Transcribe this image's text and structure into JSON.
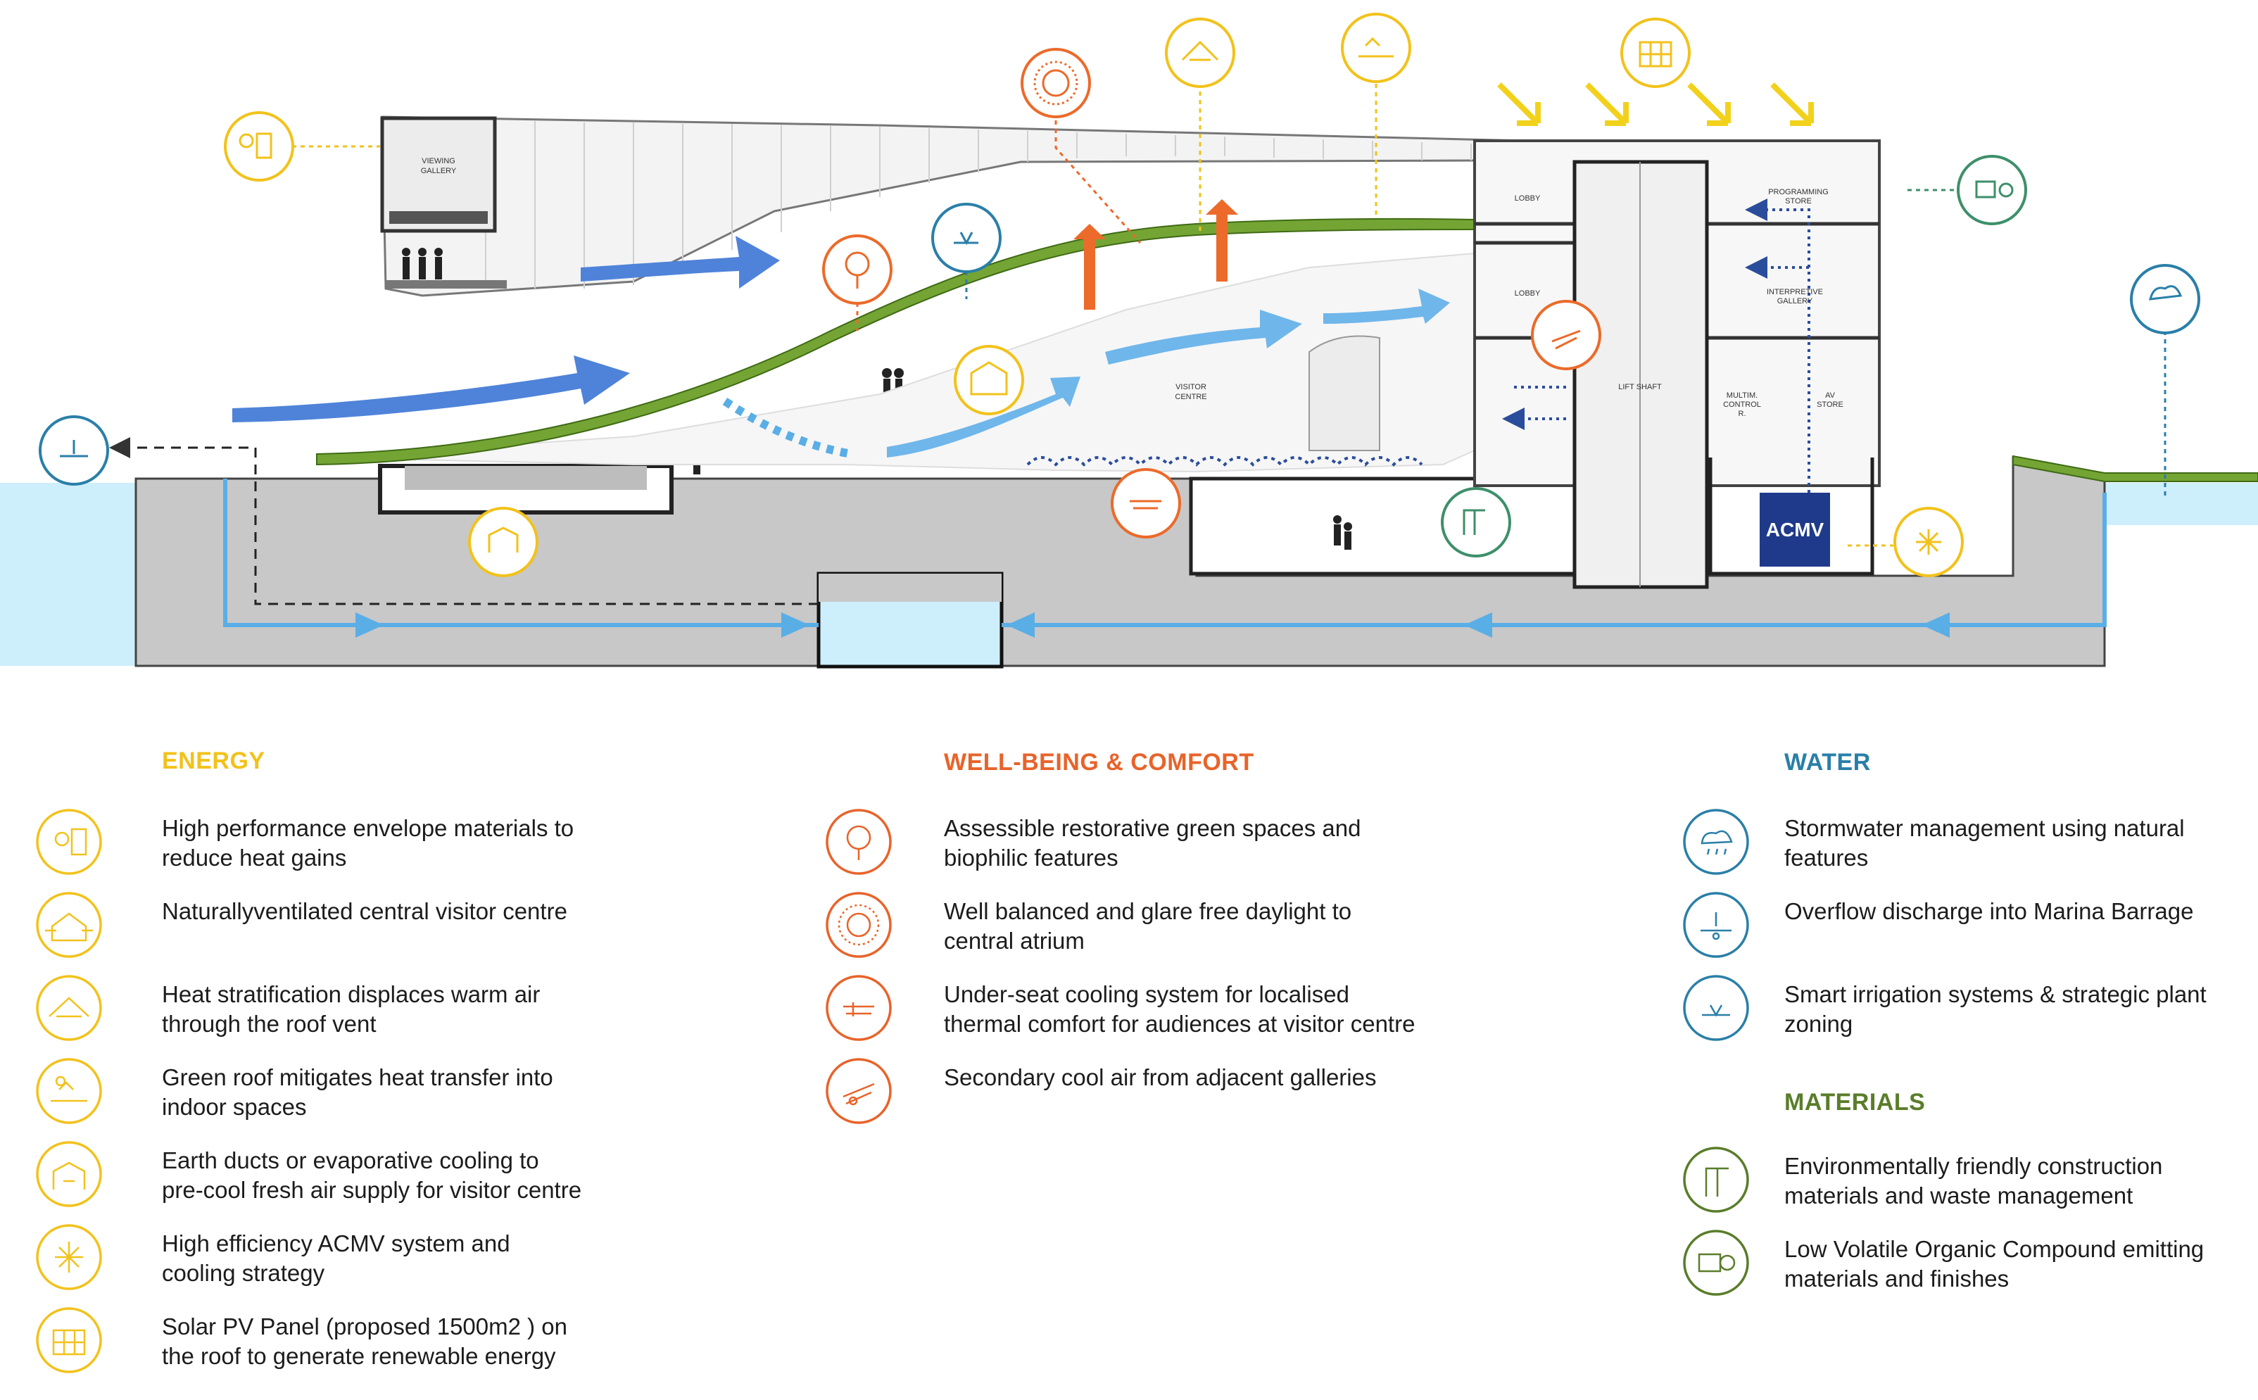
{
  "section_labels": {
    "viewing_gallery": "VIEWING\nGALLERY",
    "lobby_top": "LOBBY",
    "lobby_mid": "LOBBY",
    "programming_store": "PROGRAMMING\nSTORE",
    "interpretive_gallery": "INTERPRETIVE\nGALLERY",
    "visitor_centre": "VISITOR\nCENTRE",
    "lift_shaft": "LIFT  SHAFT",
    "multim_control": "MULTIM.\nCONTROL\nR.",
    "av_store": "AV\nSTORE",
    "acmv": "ACMV"
  },
  "legend": {
    "energy": {
      "heading": "ENERGY",
      "color": "#f2c21b",
      "items": [
        {
          "icon": "envelope-sun-icon",
          "text": "High performance envelope materials to\nreduce heat gains"
        },
        {
          "icon": "house-ventilation-icon",
          "text": "Naturallyventilated central visitor centre"
        },
        {
          "icon": "roof-vent-icon",
          "text": "Heat stratification displaces warm air\nthrough the roof vent"
        },
        {
          "icon": "green-roof-icon",
          "text": "Green roof mitigates heat transfer into\nindoor  spaces"
        },
        {
          "icon": "earth-duct-icon",
          "text": "Earth ducts or evaporative cooling  to\npre-cool  fresh air supply for visitor centre"
        },
        {
          "icon": "snowflake-icon",
          "text": "High efficiency ACMV system and\ncooling strategy"
        },
        {
          "icon": "solar-panel-icon",
          "text": "Solar PV Panel (proposed 1500m2 ) on\nthe roof to generate renewable energy"
        }
      ]
    },
    "wellbeing": {
      "heading": "WELL-BEING & COMFORT",
      "color": "#e8632a",
      "items": [
        {
          "icon": "tree-icon",
          "text": "Assessible restorative green spaces and\nbiophilic features"
        },
        {
          "icon": "daylight-sun-icon",
          "text": "Well balanced and glare free daylight to\ncentral atrium"
        },
        {
          "icon": "seat-cooling-icon",
          "text": "Under-seat cooling system for localised\nthermal comfort for audiences at visitor centre"
        },
        {
          "icon": "cool-air-people-icon",
          "text": "Secondary cool air from adjacent galleries"
        }
      ]
    },
    "water": {
      "heading": "WATER",
      "color": "#2a7fa8",
      "items": [
        {
          "icon": "rain-cloud-icon",
          "text": "Stormwater management using natural\nfeatures"
        },
        {
          "icon": "overflow-drain-icon",
          "text": "Overflow discharge into Marina Barrage"
        },
        {
          "icon": "irrigation-icon",
          "text": "Smart irrigation systems & strategic plant\n zoning"
        }
      ]
    },
    "materials": {
      "heading": "MATERIALS",
      "color": "#5a7d2a",
      "items": [
        {
          "icon": "construction-crane-icon",
          "text": "Environmentally friendly construction\nmaterials and waste management"
        },
        {
          "icon": "low-voc-icon",
          "text": "Low Volatile Organic Compound  emitting\nmaterials  and finishes"
        }
      ]
    }
  }
}
